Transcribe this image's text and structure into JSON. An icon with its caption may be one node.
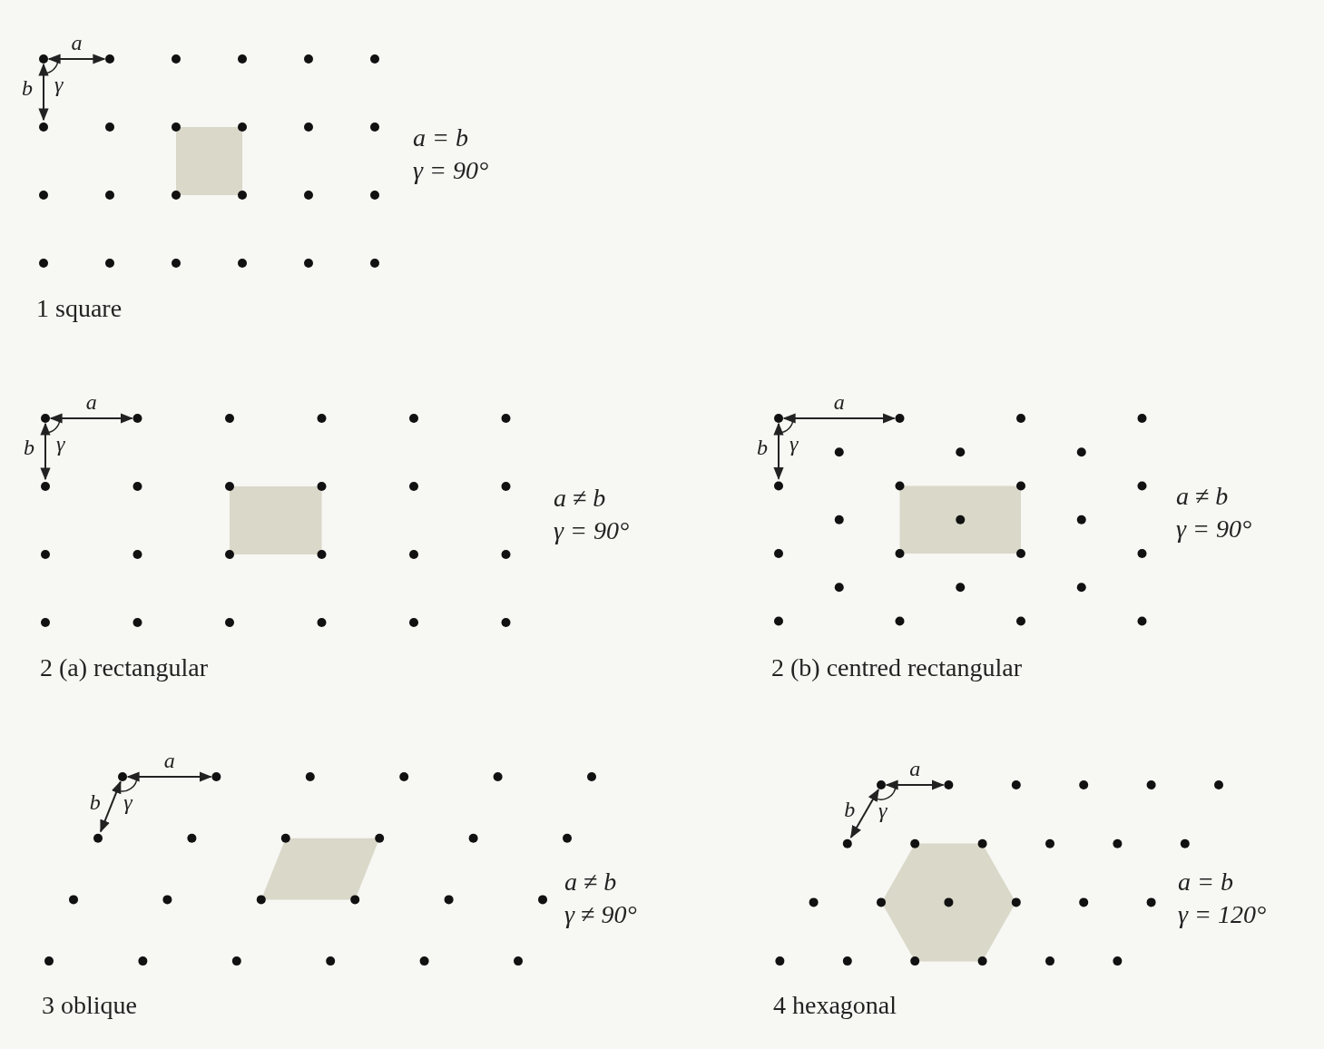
{
  "diagram": {
    "labels": [
      "a",
      "b",
      "γ",
      "a = b",
      "γ = 90°",
      "1 square",
      "a",
      "b",
      "γ",
      "a ≠ b",
      "γ = 90°",
      "2 (a) rectangular",
      "a",
      "b",
      "γ",
      "a ≠ b",
      "γ = 90°",
      "2 (b) centred rectangular",
      "a",
      "b",
      "γ",
      "a ≠ b",
      "γ ≠ 90°",
      "3 oblique",
      "a",
      "b",
      "γ",
      "a = b",
      "γ = 120°",
      "4 hexagonal"
    ]
  }
}
